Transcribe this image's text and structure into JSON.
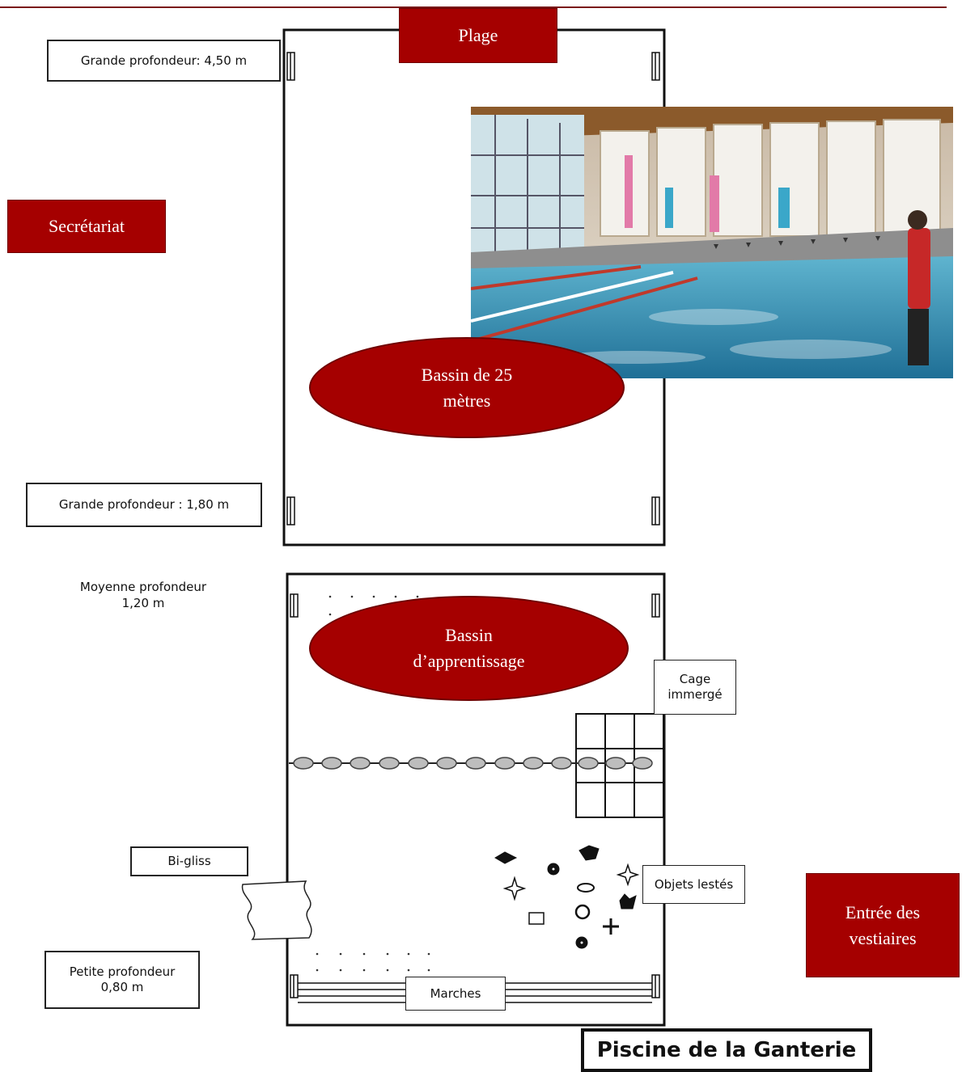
{
  "plage": "Plage",
  "secretariat": "Secrétariat",
  "depth_deep_big": "Grande profondeur: 4,50 m",
  "depth_deep_small": "Grande profondeur : 1,80 m",
  "depth_medium": [
    "Moyenne profondeur",
    "1,20 m"
  ],
  "depth_shallow": [
    "Petite profondeur",
    "0,80 m"
  ],
  "pool_25": [
    "Bassin de 25",
    "mètres"
  ],
  "pool_learning": [
    "Bassin",
    "d’apprentissage"
  ],
  "cage": [
    "Cage",
    "immergé"
  ],
  "bigliss": "Bi-gliss",
  "objets": "Objets lestés",
  "marches": "Marches",
  "entree": [
    "Entrée des",
    "vestiaires"
  ],
  "title": "Piscine de la Ganterie",
  "photo": {
    "description": "indoor swimming pool photo",
    "water_color": "#2a8fb8"
  },
  "colors": {
    "accent_red": "#a50000",
    "line": "#111111"
  }
}
